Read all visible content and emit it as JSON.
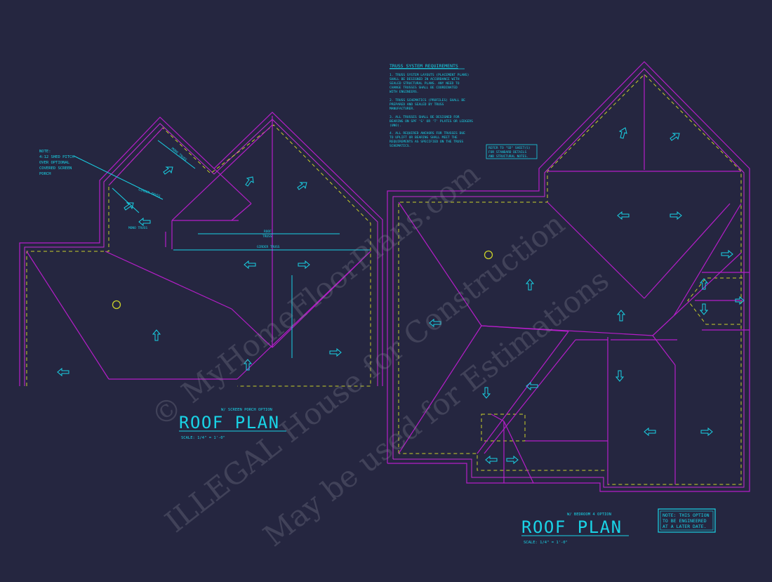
{
  "left_plan": {
    "subtitle": "W/ SCREEN PORCH OPTION",
    "title": "ROOF PLAN",
    "scale": "SCALE:  1/4\" = 1'-0\"",
    "note_lines": [
      "NOTE:",
      "4:12 SHED PITCH",
      "OVER OPTIONAL",
      "COVERED SCREEN",
      "PORCH"
    ],
    "labels": {
      "mono_truss_a": "MONO TRUSS",
      "girder_truss_a": "GIRDER TRUSS",
      "mono_truss_b": "MONO TRUSS",
      "roof_truss_1": "ROOF",
      "roof_truss_2": "TRUSS",
      "girder_truss_b": "GIRDER TRUSS"
    }
  },
  "right_plan": {
    "subtitle": "W/ BEDROOM 4 OPTION",
    "title": "ROOF PLAN",
    "scale": "SCALE:  1/4\" = 1'-0\"",
    "boxed_note_lines": [
      "NOTE: THIS OPTION",
      "TO BE ENGINEERED",
      "AT A LATER DATE."
    ],
    "sheet_ref_lines": [
      "REFER TO \"SD\" SHEET(S)",
      "FOR STANDARD DETAILS",
      "AND STRUCTURAL NOTES."
    ]
  },
  "truss_requirements": {
    "heading": "TRUSS SYSTEM REQUIREMENTS",
    "items": [
      [
        "1. TRUSS SYSTEM LAYOUTS (PLACEMENT PLANS)",
        "SHALL BE DESIGNED IN ACCORDANCE WITH",
        "SEALED STRUCTURAL PLANS. ANY NEED TO",
        "CHANGE TRUSSES SHALL BE COORDINATED",
        "WITH ENGINEERS."
      ],
      [
        "2. TRUSS SCHEMATICS (PROFILES) SHALL BE",
        "PREPARED AND SEALED BY TRUSS",
        "MANUFACTURER."
      ],
      [
        "3. ALL TRUSSES SHALL BE DESIGNED FOR",
        "BEARING ON SPF 'S' OR 'T' PLATES OR LEDGERS",
        "(UNO)."
      ],
      [
        "4. ALL REQUIRED ANCHORS FOR TRUSSES DUE",
        "TO UPLIFT OR BEARING SHALL MEET THE",
        "REQUIREMENTS AS SPECIFIED ON THE TRUSS",
        "SCHEMATICS."
      ]
    ]
  },
  "watermark": {
    "line1": "© MyHomeFloorPlans.com",
    "line2": "ILLEGAL House for Construction",
    "line3": "May be used for Estimations"
  },
  "colors": {
    "background": "#252640",
    "wall_lines": "#b51ec8",
    "dashed_lines": "#c9d02a",
    "annotation_text": "#19d3e6"
  }
}
